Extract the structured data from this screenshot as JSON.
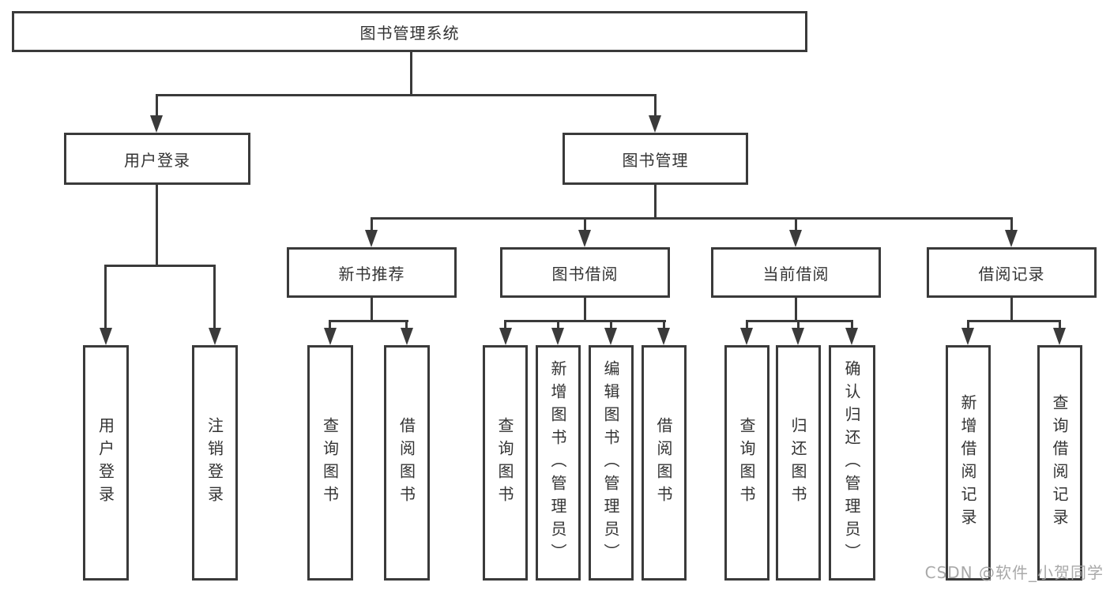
{
  "diagram": {
    "type": "hierarchy-tree",
    "title": "图书管理系统",
    "tree": {
      "label": "图书管理系统",
      "children": [
        {
          "label": "用户登录",
          "children": [
            {
              "label": "用户登录"
            },
            {
              "label": "注销登录"
            }
          ]
        },
        {
          "label": "图书管理",
          "children": [
            {
              "label": "新书推荐",
              "children": [
                {
                  "label": "查询图书"
                },
                {
                  "label": "借阅图书"
                }
              ]
            },
            {
              "label": "图书借阅",
              "children": [
                {
                  "label": "查询图书"
                },
                {
                  "label": "新增图书（管理员）"
                },
                {
                  "label": "编辑图书（管理员）"
                },
                {
                  "label": "借阅图书"
                }
              ]
            },
            {
              "label": "当前借阅",
              "children": [
                {
                  "label": "查询图书"
                },
                {
                  "label": "归还图书"
                },
                {
                  "label": "确认归还（管理员）"
                }
              ]
            },
            {
              "label": "借阅记录",
              "children": [
                {
                  "label": "新增借阅记录"
                },
                {
                  "label": "查询借阅记录"
                }
              ]
            }
          ]
        }
      ]
    }
  },
  "watermark": {
    "text": "CSDN @软件_小贺同学"
  },
  "colors": {
    "line": "#3a3a3a",
    "text": "#333333",
    "box_fill": "#ffffff",
    "background": "#ffffff",
    "watermark": "#a0a0a0"
  }
}
